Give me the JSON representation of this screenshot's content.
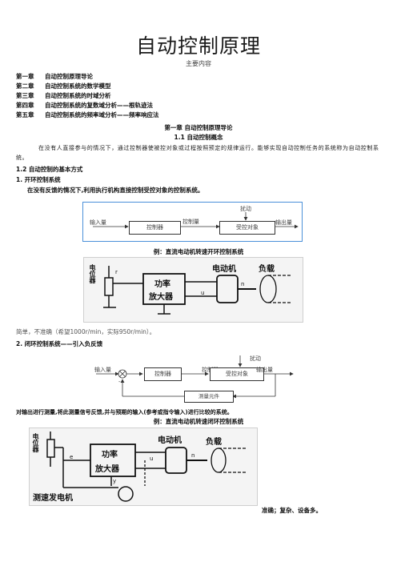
{
  "doc": {
    "title": "自动控制原理",
    "subtitle": "主要内容"
  },
  "toc": [
    {
      "chapter": "第一章",
      "name": "自动控制原理导论"
    },
    {
      "chapter": "第二章",
      "name": "自动控制系统的数学模型"
    },
    {
      "chapter": "第三章",
      "name": "自动控制系统的时域分析"
    },
    {
      "chapter": "第四章",
      "name": "自动控制系统的复数域分析——根轨迹法"
    },
    {
      "chapter": "第五章",
      "name": "自动控制系统的频率域分析——频率响应法"
    }
  ],
  "section": {
    "chapter_heading": "第一章   自动控制原理导论",
    "sec_1_1": "1.1     自动控制概念",
    "intro": "在没有人直接参与的情况下，通过控制器使被控对象或过程按照预定的规律运行。能够实现自动控制任务的系统称为自动控制系统。",
    "sec_1_2": "1.2    自动控制的基本方式",
    "item1": "1.  开环控制系统",
    "item1_desc": "在没有反馈的情况下,利用执行机构直接控制受控对象的控制系统。",
    "item2": "2.  闭环控制系统——引入负反馈",
    "item2_desc": "对输出进行测量,将此测量信号反馈,并与预期的输入(参考或指令输入)进行比较的系统。"
  },
  "open_loop": {
    "input": "输入量",
    "controller": "控制器",
    "control_qty": "控制量",
    "disturbance": "扰动",
    "plant": "受控对象",
    "output": "输出量",
    "example": "例：直流电动机转速开环控制系统"
  },
  "open_photo": {
    "pot": "电位器",
    "amp_line1": "功率",
    "amp_line2": "放大器",
    "motor": "电动机",
    "load": "负载",
    "r": "r",
    "u": "u",
    "n": "n"
  },
  "open_note": "简单，不准确（希望1000r/min，实际950r/min）。",
  "closed_loop": {
    "input": "输入量",
    "minus": "-",
    "controller": "控制器",
    "control_qty": "控制量",
    "disturbance": "扰动",
    "plant": "受控对象",
    "output": "输出量",
    "sensor": "测量元件",
    "example": "例：直流电动机转速闭环控制系统"
  },
  "closed_photo": {
    "pot": "电位器",
    "amp_line1": "功率",
    "amp_line2": "放大器",
    "motor": "电动机",
    "load": "负载",
    "tacho": "测速发电机",
    "e": "e",
    "u": "u",
    "n": "n",
    "y": "y"
  },
  "closed_note": "准确；复杂、设备多。"
}
